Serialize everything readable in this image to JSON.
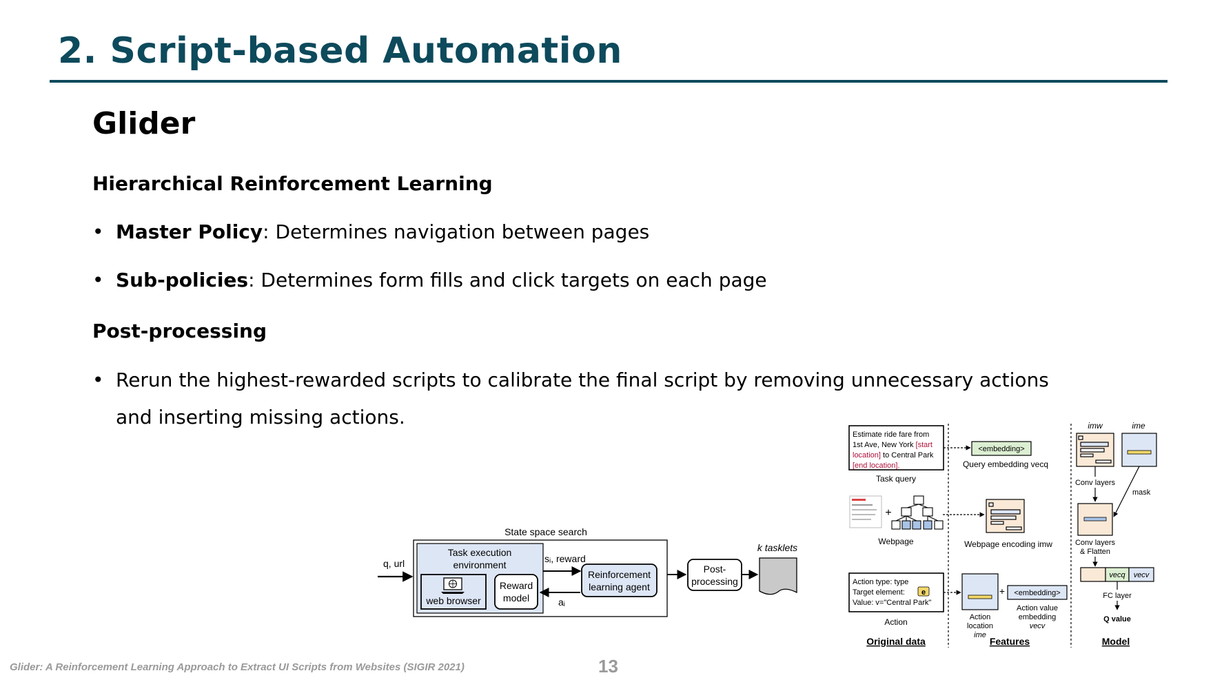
{
  "slide": {
    "title": "2. Script-based Automation",
    "heading": "Glider",
    "section1": "Hierarchical Reinforcement Learning",
    "bullets1": [
      {
        "bold": "Master Policy",
        "rest": ": Determines navigation between pages"
      },
      {
        "bold": "Sub-policies",
        "rest": ": Determines form fills and click targets on each page"
      }
    ],
    "section2": "Post-processing",
    "bullets2": [
      {
        "rest": "Rerun the highest-rewarded scripts to calibrate the final script by removing unnecessary actions and inserting missing actions."
      }
    ],
    "bullet_char": "•",
    "footer_citation": "Glider: A Reinforcement Learning Approach to Extract UI Scripts from Websites (SIGIR 2021)",
    "page_number": "13"
  },
  "fig1": {
    "state_space_label": "State space search",
    "input_label": "q, url",
    "task_env_label1": "Task execution",
    "task_env_label2": "environment",
    "web_browser": "web browser",
    "reward_model1": "Reward",
    "reward_model2": "model",
    "state_reward": "sᵢ, reward",
    "action_label": "aᵢ",
    "rl_agent1": "Reinforcement",
    "rl_agent2": "learning agent",
    "post1": "Post-",
    "post2": "processing",
    "tasklets": "k tasklets"
  },
  "fig2": {
    "query_l1": "Estimate ride fare from",
    "query_l2a": "1st Ave, New York ",
    "query_l2b": "[start",
    "query_l3a": "location]",
    "query_l3b": " to Central Park",
    "query_l4": "[end location].",
    "task_query": "Task query",
    "embedding": "<embedding>",
    "query_embedding": "Query embedding vecq",
    "webpage": "Webpage",
    "webpage_encoding": "Webpage encoding imw",
    "action_l1": "Action type: type",
    "action_l2": "Target element:",
    "action_e": "e",
    "action_l3": "Value: v=\"Central Park\"",
    "action": "Action",
    "action_location1": "Action",
    "action_location2": "location",
    "action_location3": "ime",
    "embedding2": "<embedding>",
    "action_value1": "Action value",
    "action_value2": "embedding",
    "action_value3": "vecv",
    "original_data": "Original data",
    "features": "Features",
    "model": "Model",
    "im_w": "imw",
    "im_e": "ime",
    "conv_layers": "Conv layers",
    "mask": "mask",
    "conv_flatten1": "Conv layers",
    "conv_flatten2": "& Flatten",
    "vec_q": "vecq",
    "vec_v": "vecv",
    "fc_layer": "FC layer",
    "q_value": "Q value",
    "accent_red": "#b0103a",
    "fill_green": "#dcefd2",
    "fill_blue": "#dde6f5",
    "fill_peach": "#fbe9d7",
    "fill_yellow": "#f2d86a"
  }
}
